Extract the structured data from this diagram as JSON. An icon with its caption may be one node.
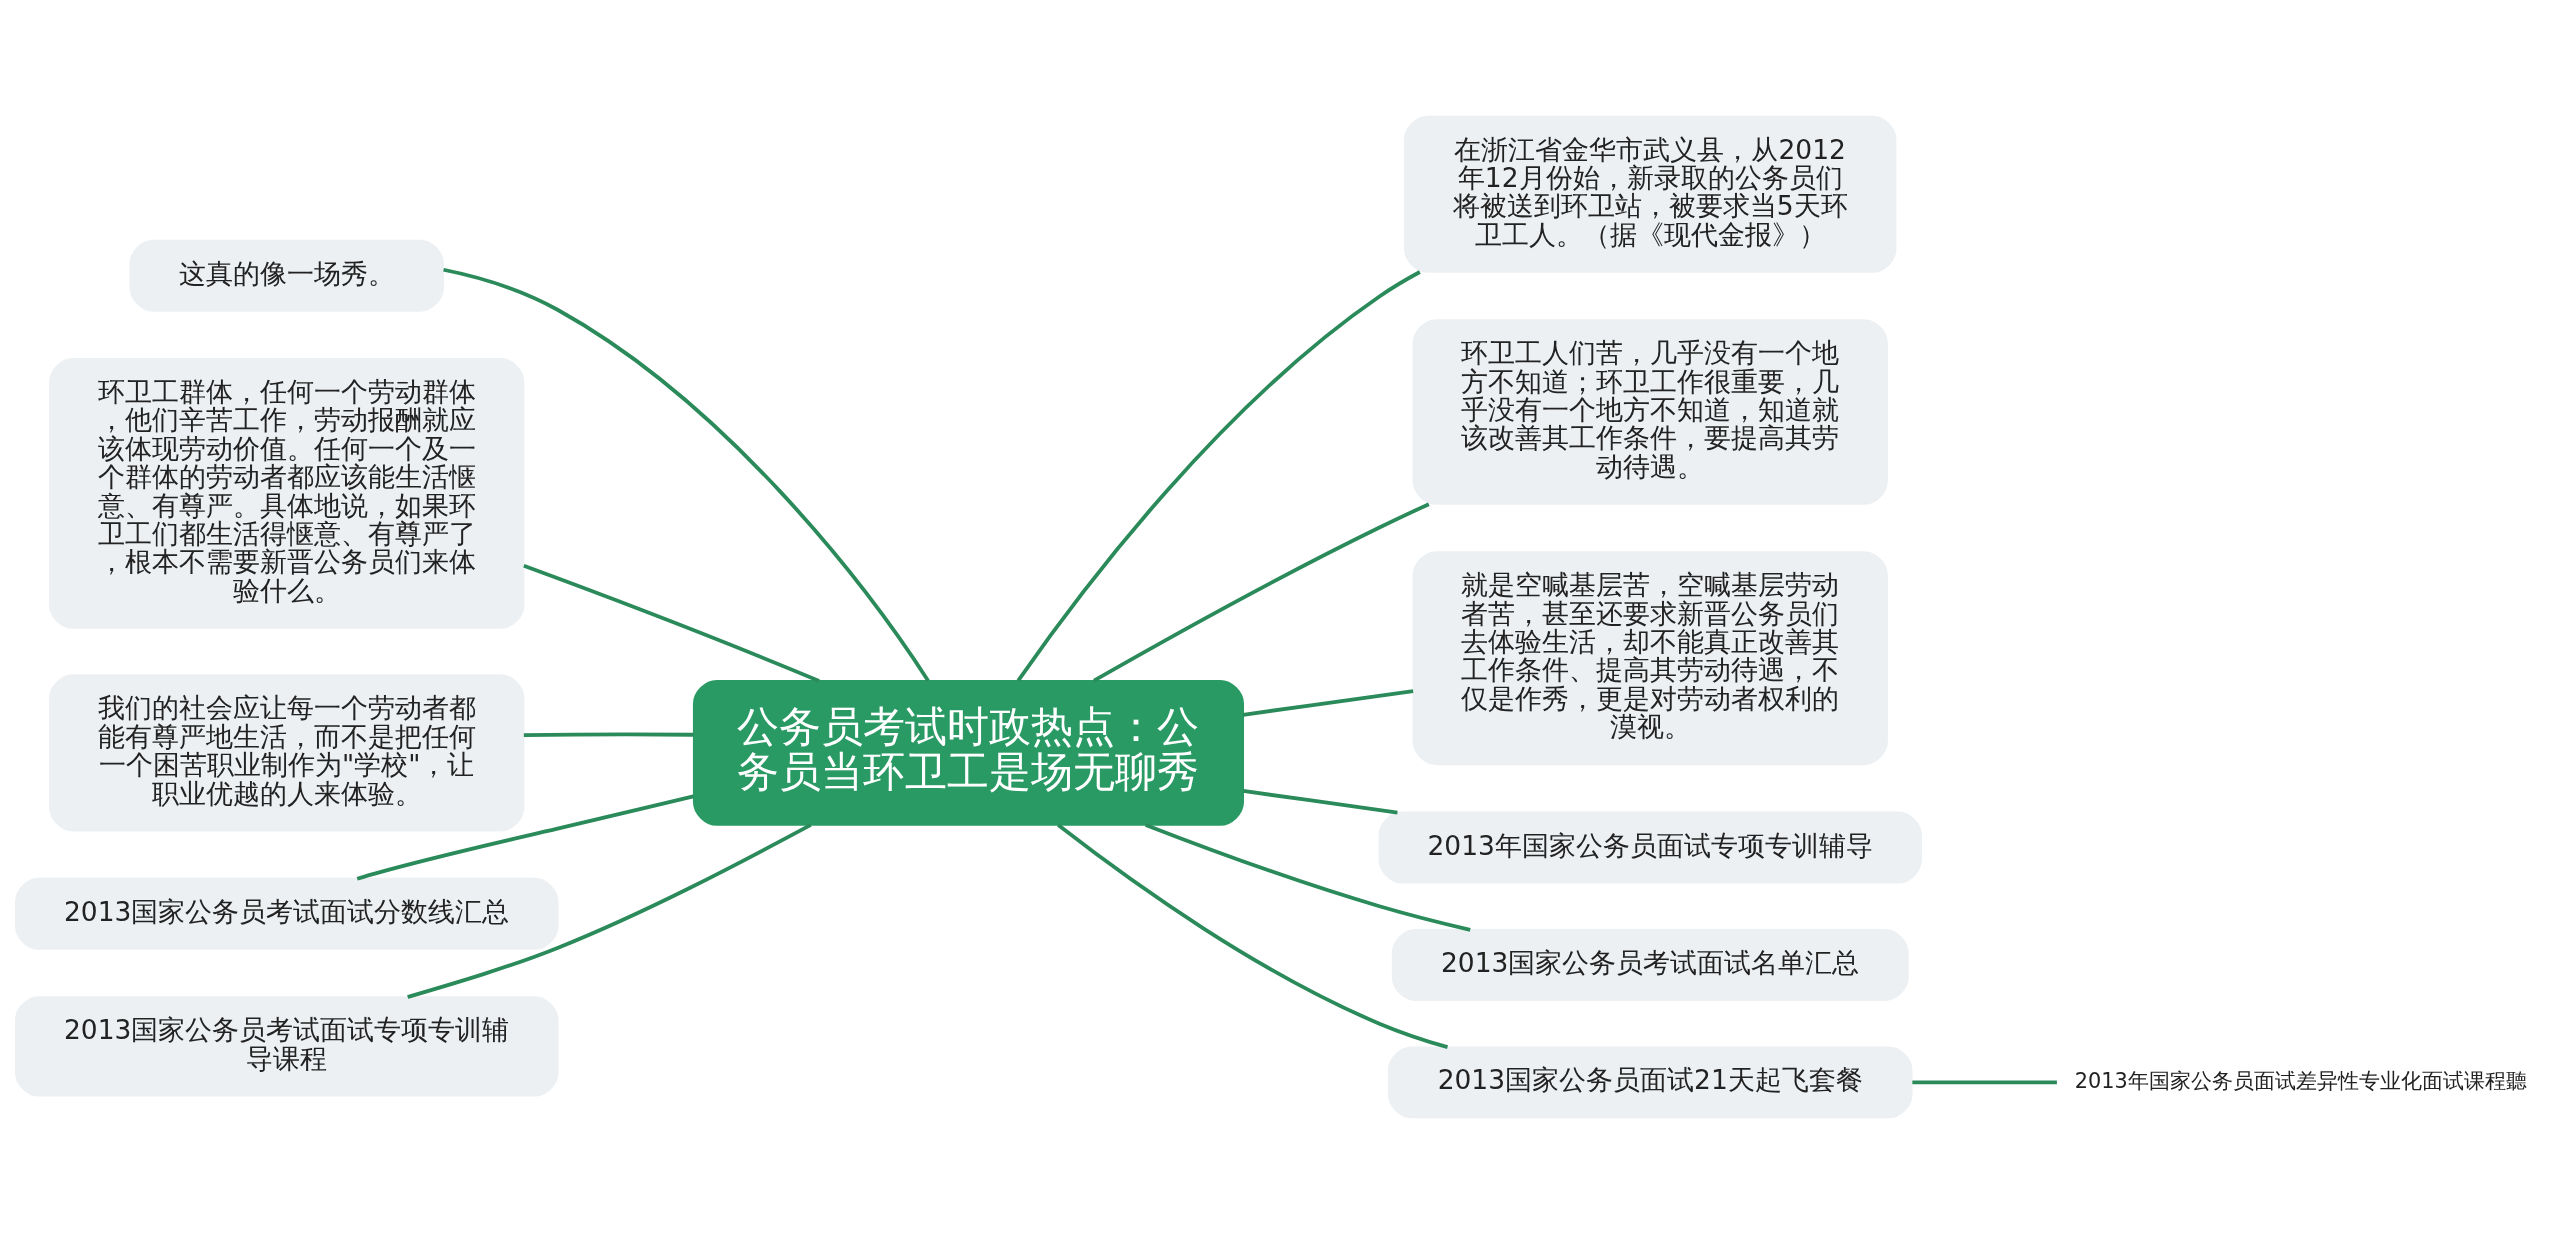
{
  "diagram": {
    "nodes": [
      {
        "text": [
          "公务员考试时政热点：公务员当环卫工是场无聊秀"
        ]
      },
      {
        "text": [
          "在浙江省金华市武义县，从2012年12月份始，新录取的公务员们将被送到环卫站，被要求当5天环卫工人。（据《现代金报》）"
        ]
      },
      {
        "text": [
          "环卫工人们苦，几乎没有一个地方不知道；环卫工作很重要，几乎没有一个地方不知道，知道就该改善其工作条件，要提高其劳动待遇。"
        ]
      },
      {
        "text": [
          "就是空喊基层苦，空喊基层劳动者苦，甚至还要求新晋公务员们去体验生活，却不能真正改善其工作条件、提高其劳动待遇，不仅是作秀，更是对劳动者权利的漠视。"
        ]
      },
      {
        "text": [
          "2013年国家公务员面试专项专训辅导"
        ]
      },
      {
        "text": [
          "2013国家公务员考试面试名单汇总"
        ]
      },
      {
        "text": [
          "2013国家公务员面试21天起飞套餐"
        ]
      },
      {
        "text": [
          "2013年国家公务员面试差异性专业化面试课程聽"
        ]
      },
      {
        "text": [
          "这真的像一场秀。"
        ]
      },
      {
        "text": [
          "环卫工群体，任何一个劳动群体，他们辛苦工作，劳动报酬就应该体现劳动价值。任何一个及一个群体的劳动者都应该能生活惬意、有尊严。具体地说，如果环卫工们都生活得惬意、有尊严了，根本不需要新晋公务员们来体验什么。"
        ]
      },
      {
        "text": [
          "我们的社会应让每一个劳动者都能有尊严地生活，而不是把任何一个困苦职业制作为\"学校\"，让职业优越的人来体验。"
        ]
      },
      {
        "text": [
          "2013国家公务员考试面试分数线汇总"
        ]
      },
      {
        "text": [
          "2013国家公务员考试面试专项专训辅导课程"
        ]
      }
    ],
    "edges": [
      {
        "from": 0,
        "to": 1,
        "arrow": "none"
      },
      {
        "from": 0,
        "to": 2,
        "arrow": "none"
      },
      {
        "from": 0,
        "to": 3,
        "arrow": "none"
      },
      {
        "from": 0,
        "to": 4,
        "arrow": "none"
      },
      {
        "from": 0,
        "to": 5,
        "arrow": "none"
      },
      {
        "from": 0,
        "to": 6,
        "arrow": "none"
      },
      {
        "from": 6,
        "to": 7,
        "arrow": "none"
      },
      {
        "from": 0,
        "to": 8,
        "arrow": "none"
      },
      {
        "from": 0,
        "to": 9,
        "arrow": "none"
      },
      {
        "from": 0,
        "to": 10,
        "arrow": "none"
      },
      {
        "from": 0,
        "to": 11,
        "arrow": "none"
      },
      {
        "from": 0,
        "to": 12,
        "arrow": "none"
      }
    ]
  }
}
